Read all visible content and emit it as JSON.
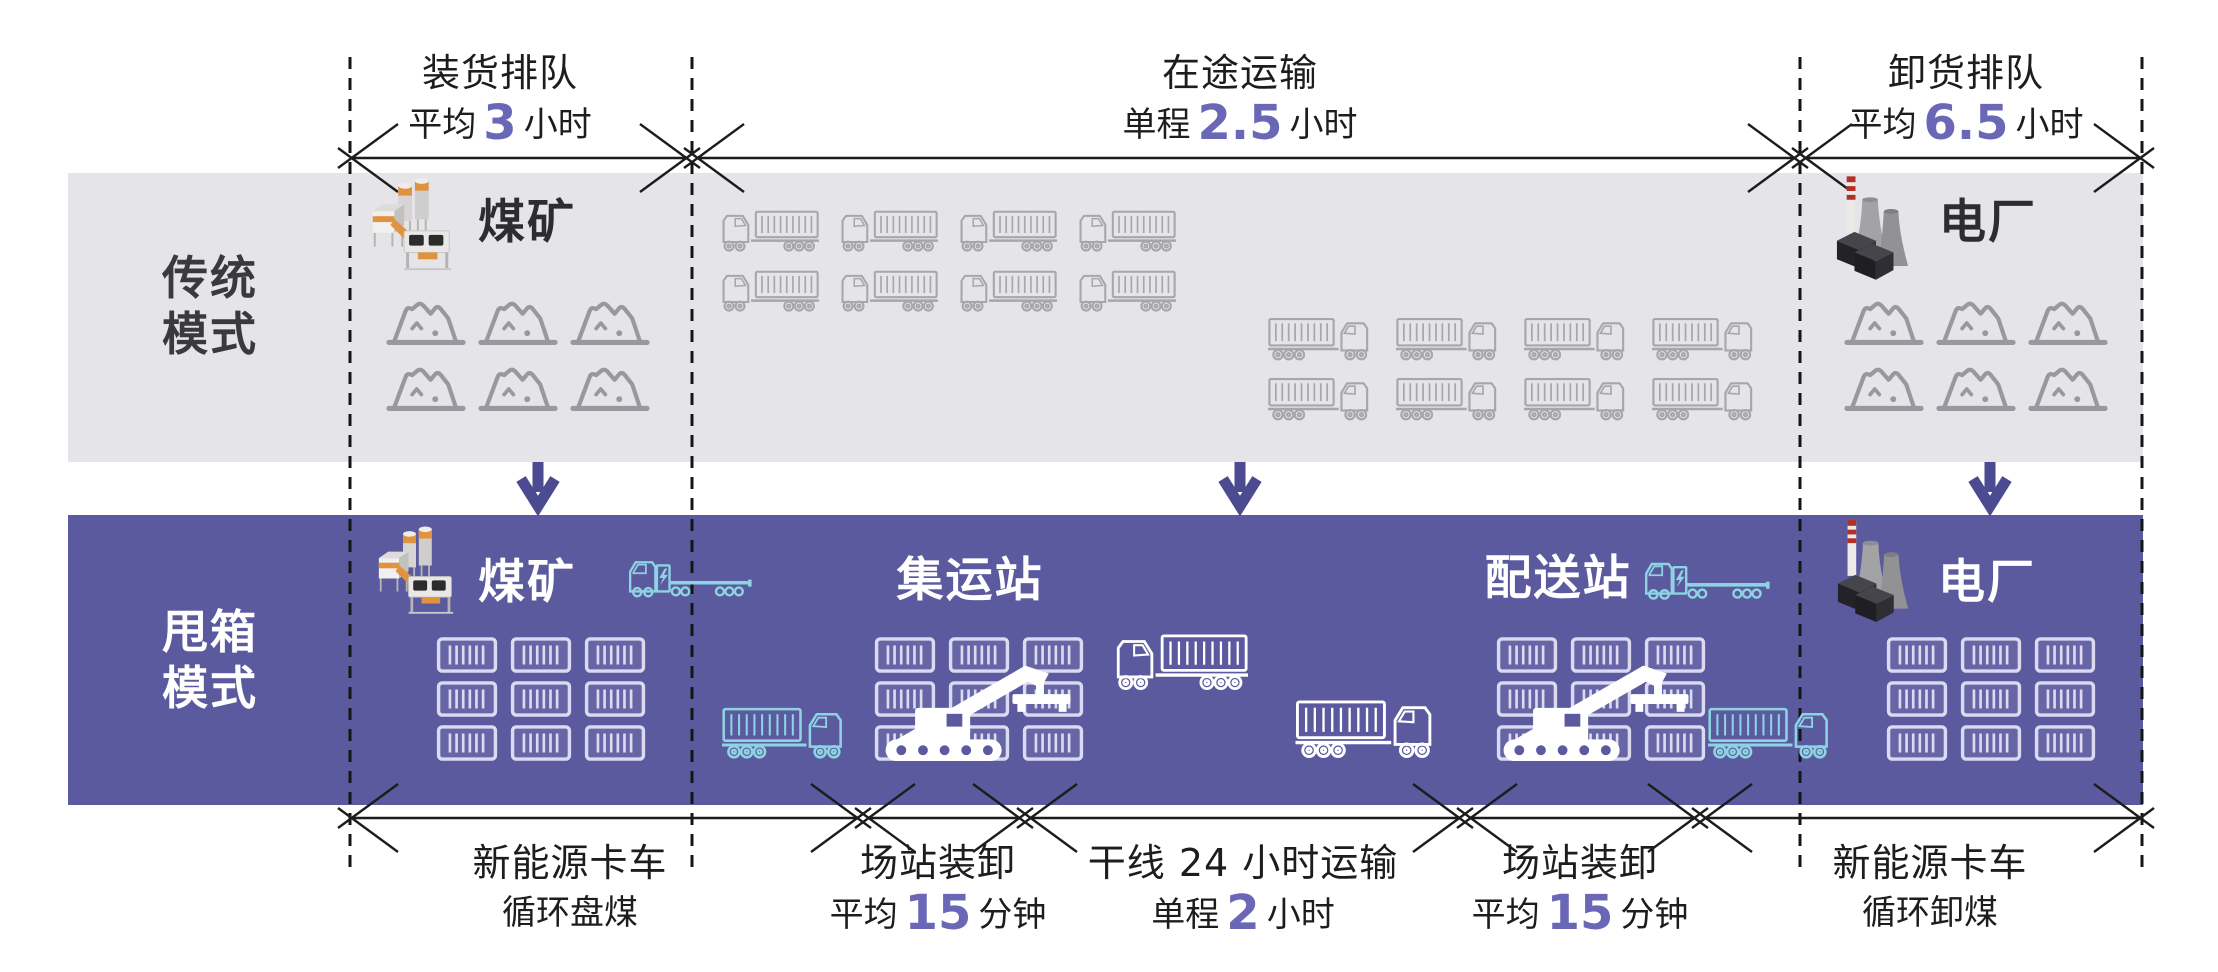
{
  "colors": {
    "traditional_band": "#e5e4e8",
    "drop_band": "#5b5a9f",
    "accent_number_purple": "#6a68b6",
    "down_arrow_purple": "#4c4b92",
    "line_black": "#1c1c1c",
    "truck_gray": "#a6a6ab",
    "truck_cyan": "#8ed3e1",
    "truck_white": "#ffffff",
    "silo_orange": "#e0923f",
    "chimney_red": "#b23126"
  },
  "top_annotations": [
    {
      "label": "装货排队",
      "prefix": "平均",
      "value": "3",
      "unit": "小时"
    },
    {
      "label": "在途运输",
      "prefix": "单程",
      "value": "2.5",
      "unit": "小时"
    },
    {
      "label": "卸货排队",
      "prefix": "平均",
      "value": "6.5",
      "unit": "小时"
    }
  ],
  "bottom_annotations": [
    {
      "label": "新能源卡车",
      "sub": "循环盘煤"
    },
    {
      "label": "场站装卸",
      "prefix": "平均",
      "value": "15",
      "unit": "分钟"
    },
    {
      "label": "干线 24 小时运输",
      "prefix": "单程",
      "value": "2",
      "unit": "小时"
    },
    {
      "label": "场站装卸",
      "prefix": "平均",
      "value": "15",
      "unit": "分钟"
    },
    {
      "label": "新能源卡车",
      "sub": "循环卸煤"
    }
  ],
  "traditional": {
    "row_label_line1": "传统",
    "row_label_line2": "模式",
    "mine_label": "煤矿",
    "plant_label": "电厂",
    "coal_piles_mine": 6,
    "coal_piles_plant": 6,
    "trucks_outbound": 8,
    "trucks_return": 8
  },
  "drop_mode": {
    "row_label_line1": "甩箱",
    "row_label_line2": "模式",
    "mine_label": "煤矿",
    "hub_label": "集运站",
    "dispatch_label": "配送站",
    "plant_label": "电厂",
    "containers_mine": 9,
    "containers_hub": 9,
    "containers_dispatch": 9,
    "containers_plant": 9
  },
  "icons": [
    "coal-mine-icon",
    "power-plant-icon",
    "coal-pile-icon",
    "container-icon",
    "container-truck-icon",
    "flatbed-truck-icon",
    "reach-stacker-crane-icon",
    "down-arrow-icon"
  ]
}
